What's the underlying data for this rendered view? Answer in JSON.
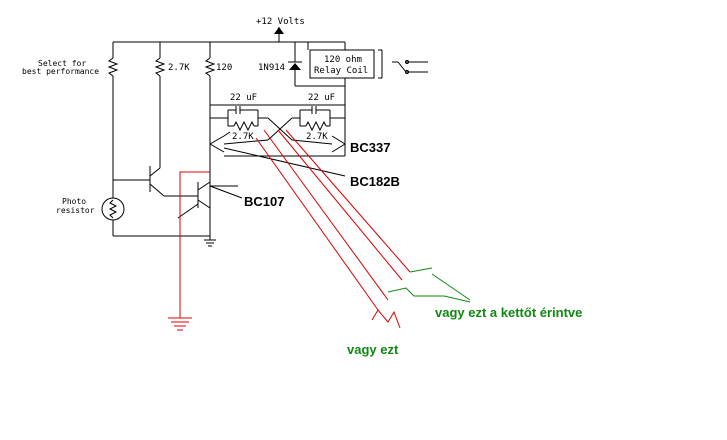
{
  "labels": {
    "supply": "+12 Volts",
    "select_1": "Select for",
    "select_2": "best performance",
    "r_2k7": "2.7K",
    "r_120": "120",
    "diode": "1N914",
    "relay_1": "120 ohm",
    "relay_2": "Relay Coil",
    "cap_left": "22 uF",
    "cap_right": "22 uF",
    "r_left": "2.7K",
    "r_right": "2.7K",
    "photo_1": "Photo",
    "photo_2": "resistor",
    "q_bc337": "BC337",
    "q_bc182b": "BC182B",
    "q_bc107": "BC107"
  },
  "annotations": {
    "or_this_pair": "vagy ezt a kettőt érintve",
    "or_this": "vagy ezt"
  },
  "colors": {
    "circuit": "#000000",
    "red_wires": "#dd0000",
    "green_marks": "#118811"
  }
}
